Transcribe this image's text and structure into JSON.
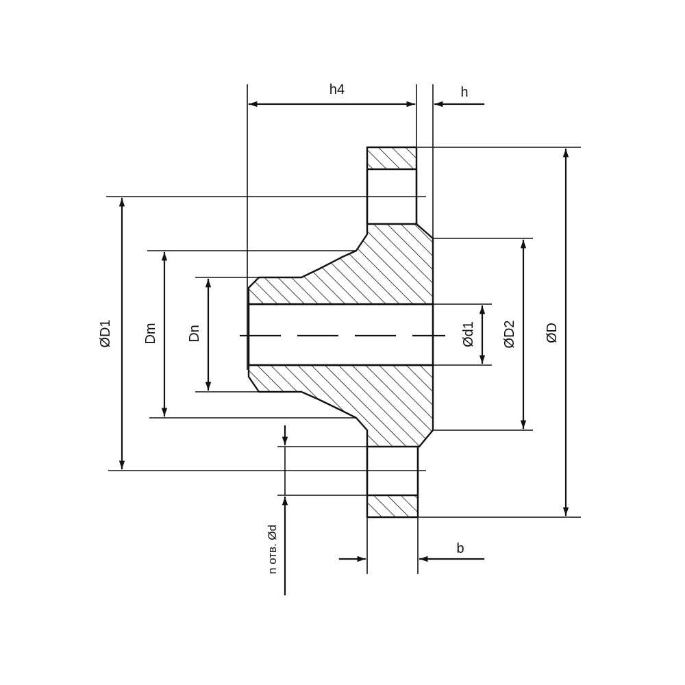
{
  "dimensions": {
    "h4": "h4",
    "h": "h",
    "D1": "ØD1",
    "Dm": "Dm",
    "Dn": "Dn",
    "d1": "Ød1",
    "D2": "ØD2",
    "D": "ØD",
    "holes": "n отв. Ød",
    "b": "b"
  }
}
